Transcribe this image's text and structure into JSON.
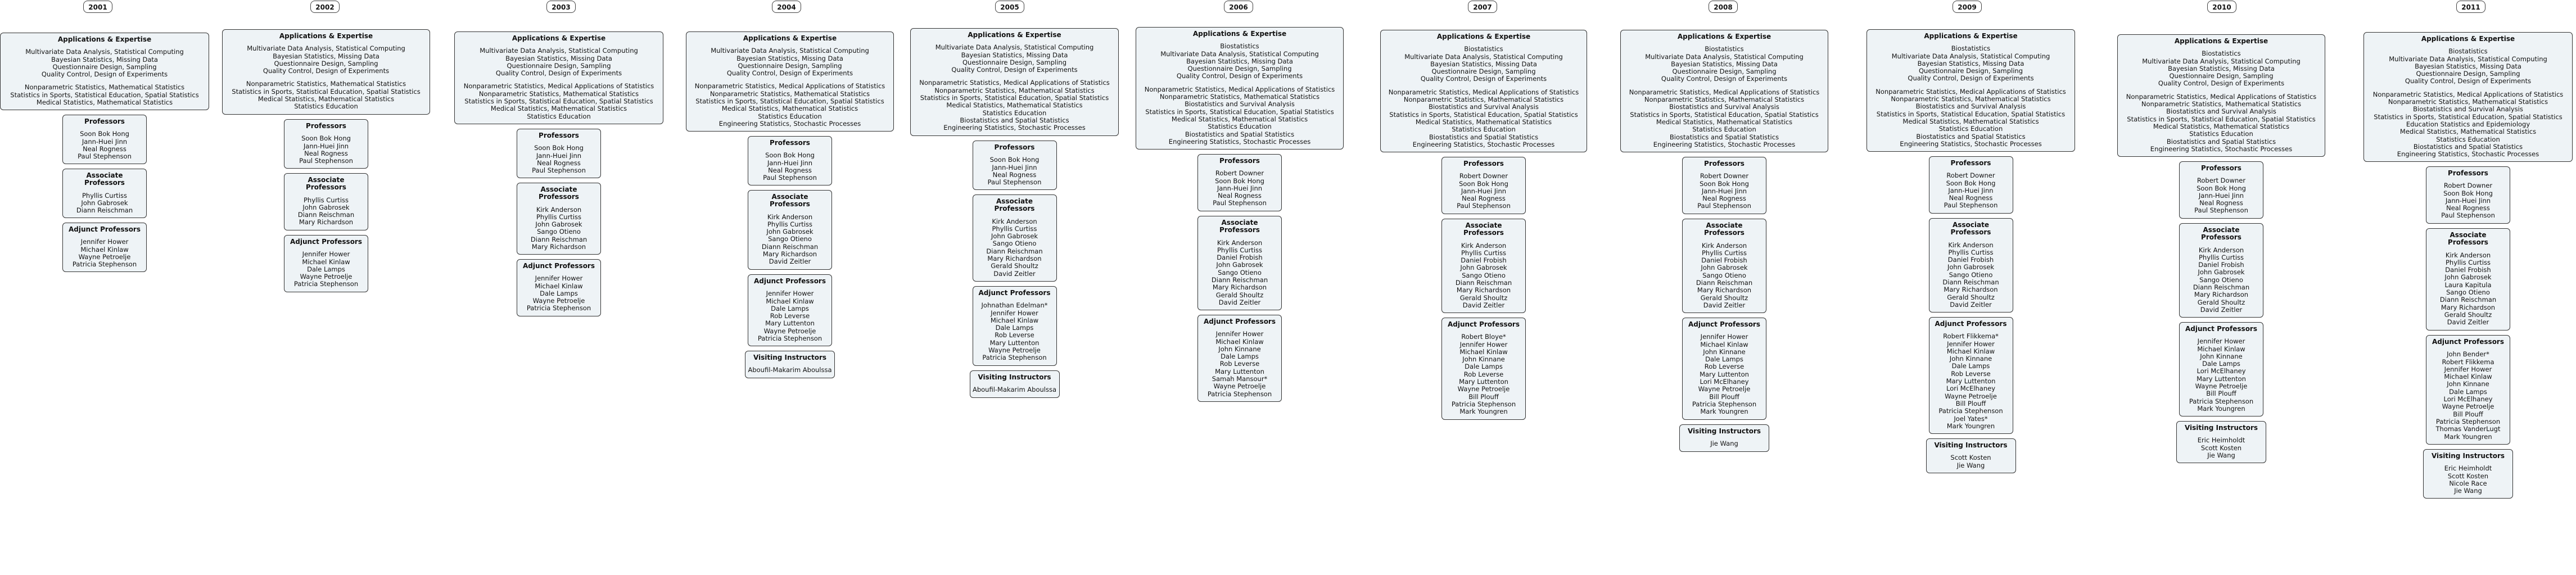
{
  "years": [
    {
      "year": "2001",
      "areas": {
        "title": "Applications & Expertise",
        "lines": [
          "Multivariate Data Analysis, Statistical Computing",
          "Bayesian Statistics, Missing Data",
          "Questionnaire Design, Sampling",
          "Quality Control, Design of Experiments",
          "",
          "Nonparametric Statistics, Mathematical Statistics",
          "Statistics in Sports, Statistical Education, Spatial Statistics",
          "Medical Statistics, Mathematical Statistics"
        ]
      },
      "groups": [
        {
          "title": "Professors",
          "names": [
            "Soon Bok Hong",
            "Jann-Huei Jinn",
            "Neal Rogness",
            "Paul Stephenson"
          ]
        },
        {
          "title": "Associate Professors",
          "names": [
            "Phyllis Curtiss",
            "John Gabrosek",
            "Diann Reischman"
          ]
        },
        {
          "title": "Adjunct Professors",
          "names": [
            "Jennifer Hower",
            "Michael Kinlaw",
            "Wayne Petroelje",
            "Patricia Stephenson"
          ]
        }
      ]
    },
    {
      "year": "2002",
      "areas": {
        "title": "Applications & Expertise",
        "lines": [
          "Multivariate Data Analysis, Statistical Computing",
          "Bayesian Statistics, Missing Data",
          "Questionnaire Design, Sampling",
          "Quality Control, Design of Experiments",
          "",
          "Nonparametric Statistics, Mathematical Statistics",
          "Statistics in Sports, Statistical Education, Spatial Statistics",
          "Medical Statistics, Mathematical Statistics",
          "Statistics Education"
        ]
      },
      "groups": [
        {
          "title": "Professors",
          "names": [
            "Soon Bok Hong",
            "Jann-Huei Jinn",
            "Neal Rogness",
            "Paul Stephenson"
          ]
        },
        {
          "title": "Associate Professors",
          "names": [
            "Phyllis Curtiss",
            "John Gabrosek",
            "Diann Reischman",
            "Mary Richardson"
          ]
        },
        {
          "title": "Adjunct Professors",
          "names": [
            "Jennifer Hower",
            "Michael Kinlaw",
            "Dale Lamps",
            "Wayne Petroelje",
            "Patricia Stephenson"
          ]
        }
      ]
    },
    {
      "year": "2003",
      "areas": {
        "title": "Applications & Expertise",
        "lines": [
          "Multivariate Data Analysis, Statistical Computing",
          "Bayesian Statistics, Missing Data",
          "Questionnaire Design, Sampling",
          "Quality Control, Design of Experiments",
          "",
          "Nonparametric Statistics, Medical Applications of Statistics",
          "Nonparametric Statistics, Mathematical Statistics",
          "Statistics in Sports, Statistical Education, Spatial Statistics",
          "Medical Statistics, Mathematical Statistics",
          "Statistics Education"
        ]
      },
      "groups": [
        {
          "title": "Professors",
          "names": [
            "Soon Bok Hong",
            "Jann-Huei Jinn",
            "Neal Rogness",
            "Paul Stephenson"
          ]
        },
        {
          "title": "Associate Professors",
          "names": [
            "Kirk Anderson",
            "Phyllis Curtiss",
            "John Gabrosek",
            "Sango Otieno",
            "Diann Reischman",
            "Mary Richardson"
          ]
        },
        {
          "title": "Adjunct Professors",
          "names": [
            "Jennifer Hower",
            "Michael Kinlaw",
            "Dale Lamps",
            "Wayne Petroelje",
            "Patricia Stephenson"
          ]
        }
      ]
    },
    {
      "year": "2004",
      "areas": {
        "title": "Applications & Expertise",
        "lines": [
          "Multivariate Data Analysis, Statistical Computing",
          "Bayesian Statistics, Missing Data",
          "Questionnaire Design, Sampling",
          "Quality Control, Design of Experiments",
          "",
          "Nonparametric Statistics, Medical Applications of Statistics",
          "Nonparametric Statistics, Mathematical Statistics",
          "Statistics in Sports, Statistical Education, Spatial Statistics",
          "Medical Statistics, Mathematical Statistics",
          "Statistics Education",
          "Engineering Statistics, Stochastic Processes"
        ]
      },
      "groups": [
        {
          "title": "Professors",
          "names": [
            "Soon Bok Hong",
            "Jann-Huei Jinn",
            "Neal Rogness",
            "Paul Stephenson"
          ]
        },
        {
          "title": "Associate Professors",
          "names": [
            "Kirk Anderson",
            "Phyllis Curtiss",
            "John Gabrosek",
            "Sango Otieno",
            "Diann Reischman",
            "Mary Richardson",
            "David Zeitler"
          ]
        },
        {
          "title": "Adjunct Professors",
          "names": [
            "Jennifer Hower",
            "Michael Kinlaw",
            "Dale Lamps",
            "Rob Leverse",
            "Mary Luttenton",
            "Wayne Petroelje",
            "Patricia Stephenson"
          ]
        },
        {
          "title": "Visiting Instructors",
          "names": [
            "Aboufil-Makarim Aboulssa"
          ]
        }
      ]
    },
    {
      "year": "2005",
      "areas": {
        "title": "Applications & Expertise",
        "lines": [
          "Multivariate Data Analysis, Statistical Computing",
          "Bayesian Statistics, Missing Data",
          "Questionnaire Design, Sampling",
          "Quality Control, Design of Experiments",
          "",
          "Nonparametric Statistics, Medical Applications of Statistics",
          "Nonparametric Statistics, Mathematical Statistics",
          "Statistics in Sports, Statistical Education, Spatial Statistics",
          "Medical Statistics, Mathematical Statistics",
          "Statistics Education",
          "Biostatistics and Spatial Statistics",
          "Engineering Statistics, Stochastic Processes"
        ]
      },
      "groups": [
        {
          "title": "Professors",
          "names": [
            "Soon Bok Hong",
            "Jann-Huei Jinn",
            "Neal Rogness",
            "Paul Stephenson"
          ]
        },
        {
          "title": "Associate Professors",
          "names": [
            "Kirk Anderson",
            "Phyllis Curtiss",
            "John Gabrosek",
            "Sango Otieno",
            "Diann Reischman",
            "Mary Richardson",
            "Gerald Shoultz",
            "David Zeitler"
          ]
        },
        {
          "title": "Adjunct Professors",
          "names": [
            "Johnathan Edelman*",
            "Jennifer Hower",
            "Michael Kinlaw",
            "Dale Lamps",
            "Rob Leverse",
            "Mary Luttenton",
            "Wayne Petroelje",
            "Patricia Stephenson"
          ]
        },
        {
          "title": "Visiting Instructors",
          "names": [
            "Aboufil-Makarim Aboulssa"
          ]
        }
      ]
    },
    {
      "year": "2006",
      "areas": {
        "title": "Applications & Expertise",
        "lines": [
          "Biostatistics",
          "Multivariate Data Analysis, Statistical Computing",
          "Bayesian Statistics, Missing Data",
          "Questionnaire Design, Sampling",
          "Quality Control, Design of Experiments",
          "",
          "Nonparametric Statistics, Medical Applications of Statistics",
          "Nonparametric Statistics, Mathematical Statistics",
          "Biostatistics and Survival Analysis",
          "Statistics in Sports, Statistical Education, Spatial Statistics",
          "Medical Statistics, Mathematical Statistics",
          "Statistics Education",
          "Biostatistics and Spatial Statistics",
          "Engineering Statistics, Stochastic Processes"
        ]
      },
      "groups": [
        {
          "title": "Professors",
          "names": [
            "Robert Downer",
            "Soon Bok Hong",
            "Jann-Huei Jinn",
            "Neal Rogness",
            "Paul Stephenson"
          ]
        },
        {
          "title": "Associate Professors",
          "names": [
            "Kirk Anderson",
            "Phyllis Curtiss",
            "Daniel Frobish",
            "John Gabrosek",
            "Sango Otieno",
            "Diann Reischman",
            "Mary Richardson",
            "Gerald Shoultz",
            "David Zeitler"
          ]
        },
        {
          "title": "Adjunct Professors",
          "names": [
            "Jennifer Hower",
            "Michael Kinlaw",
            "John Kinnane",
            "Dale Lamps",
            "Rob Leverse",
            "Mary Luttenton",
            "Samah Mansour*",
            "Wayne Petroelje",
            "Patricia Stephenson"
          ]
        }
      ]
    },
    {
      "year": "2007",
      "areas": {
        "title": "Applications & Expertise",
        "lines": [
          "Biostatistics",
          "Multivariate Data Analysis, Statistical Computing",
          "Bayesian Statistics, Missing Data",
          "Questionnaire Design, Sampling",
          "Quality Control, Design of Experiments",
          "",
          "Nonparametric Statistics, Medical Applications of Statistics",
          "Nonparametric Statistics, Mathematical Statistics",
          "Biostatistics and Survival Analysis",
          "Statistics in Sports, Statistical Education, Spatial Statistics",
          "Medical Statistics, Mathematical Statistics",
          "Statistics Education",
          "Biostatistics and Spatial Statistics",
          "Engineering Statistics, Stochastic Processes"
        ]
      },
      "groups": [
        {
          "title": "Professors",
          "names": [
            "Robert Downer",
            "Soon Bok Hong",
            "Jann-Huei Jinn",
            "Neal Rogness",
            "Paul Stephenson"
          ]
        },
        {
          "title": "Associate Professors",
          "names": [
            "Kirk Anderson",
            "Phyllis Curtiss",
            "Daniel Frobish",
            "John Gabrosek",
            "Sango Otieno",
            "Diann Reischman",
            "Mary Richardson",
            "Gerald Shoultz",
            "David Zeitler"
          ]
        },
        {
          "title": "Adjunct Professors",
          "names": [
            "Robert Bloye*",
            "Jennifer Hower",
            "Michael Kinlaw",
            "John Kinnane",
            "Dale Lamps",
            "Rob Leverse",
            "Mary Luttenton",
            "Wayne Petroelje",
            "Bill Plouff",
            "Patricia Stephenson",
            "Mark Youngren"
          ]
        }
      ]
    },
    {
      "year": "2008",
      "areas": {
        "title": "Applications & Expertise",
        "lines": [
          "Biostatistics",
          "Multivariate Data Analysis, Statistical Computing",
          "Bayesian Statistics, Missing Data",
          "Questionnaire Design, Sampling",
          "Quality Control, Design of Experiments",
          "",
          "Nonparametric Statistics, Medical Applications of Statistics",
          "Nonparametric Statistics, Mathematical Statistics",
          "Biostatistics and Survival Analysis",
          "Statistics in Sports, Statistical Education, Spatial Statistics",
          "Medical Statistics, Mathematical Statistics",
          "Statistics Education",
          "Biostatistics and Spatial Statistics",
          "Engineering Statistics, Stochastic Processes"
        ]
      },
      "groups": [
        {
          "title": "Professors",
          "names": [
            "Robert Downer",
            "Soon Bok Hong",
            "Jann-Huei Jinn",
            "Neal Rogness",
            "Paul Stephenson"
          ]
        },
        {
          "title": "Associate Professors",
          "names": [
            "Kirk Anderson",
            "Phyllis Curtiss",
            "Daniel Frobish",
            "John Gabrosek",
            "Sango Otieno",
            "Diann Reischman",
            "Mary Richardson",
            "Gerald Shoultz",
            "David Zeitler"
          ]
        },
        {
          "title": "Adjunct Professors",
          "names": [
            "Jennifer Hower",
            "Michael Kinlaw",
            "John Kinnane",
            "Dale Lamps",
            "Rob Leverse",
            "Mary Luttenton",
            "Lori McElhaney",
            "Wayne Petroelje",
            "Bill Plouff",
            "Patricia Stephenson",
            "Mark Youngren"
          ]
        },
        {
          "title": "Visiting Instructors",
          "names": [
            "Jie Wang"
          ]
        }
      ]
    },
    {
      "year": "2009",
      "areas": {
        "title": "Applications & Expertise",
        "lines": [
          "Biostatistics",
          "Multivariate Data Analysis, Statistical Computing",
          "Bayesian Statistics, Missing Data",
          "Questionnaire Design, Sampling",
          "Quality Control, Design of Experiments",
          "",
          "Nonparametric Statistics, Medical Applications of Statistics",
          "Nonparametric Statistics, Mathematical Statistics",
          "Biostatistics and Survival Analysis",
          "Statistics in Sports, Statistical Education, Spatial Statistics",
          "Medical Statistics, Mathematical Statistics",
          "Statistics Education",
          "Biostatistics and Spatial Statistics",
          "Engineering Statistics, Stochastic Processes"
        ]
      },
      "groups": [
        {
          "title": "Professors",
          "names": [
            "Robert Downer",
            "Soon Bok Hong",
            "Jann-Huei Jinn",
            "Neal Rogness",
            "Paul Stephenson"
          ]
        },
        {
          "title": "Associate Professors",
          "names": [
            "Kirk Anderson",
            "Phyllis Curtiss",
            "Daniel Frobish",
            "John Gabrosek",
            "Sango Otieno",
            "Diann Reischman",
            "Mary Richardson",
            "Gerald Shoultz",
            "David Zeitler"
          ]
        },
        {
          "title": "Adjunct Professors",
          "names": [
            "Robert Flikkema*",
            "Jennifer Hower",
            "Michael Kinlaw",
            "John Kinnane",
            "Dale Lamps",
            "Rob Leverse",
            "Mary Luttenton",
            "Lori McElhaney",
            "Wayne Petroelje",
            "Bill Plouff",
            "Patricia Stephenson",
            "Joel Yates*",
            "Mark Youngren"
          ]
        },
        {
          "title": "Visiting Instructors",
          "names": [
            "Scott Kosten",
            "Jie Wang"
          ]
        }
      ]
    },
    {
      "year": "2010",
      "areas": {
        "title": "Applications & Expertise",
        "lines": [
          "Biostatistics",
          "Multivariate Data Analysis, Statistical Computing",
          "Bayesian Statistics, Missing Data",
          "Questionnaire Design, Sampling",
          "Quality Control, Design of Experiments",
          "",
          "Nonparametric Statistics, Medical Applications of Statistics",
          "Nonparametric Statistics, Mathematical Statistics",
          "Biostatistics and Survival Analysis",
          "Statistics in Sports, Statistical Education, Spatial Statistics",
          "Medical Statistics, Mathematical Statistics",
          "Statistics Education",
          "Biostatistics and Spatial Statistics",
          "Engineering Statistics, Stochastic Processes"
        ]
      },
      "groups": [
        {
          "title": "Professors",
          "names": [
            "Robert Downer",
            "Soon Bok Hong",
            "Jann-Huei Jinn",
            "Neal Rogness",
            "Paul Stephenson"
          ]
        },
        {
          "title": "Associate Professors",
          "names": [
            "Kirk Anderson",
            "Phyllis Curtiss",
            "Daniel Frobish",
            "John Gabrosek",
            "Sango Otieno",
            "Diann Reischman",
            "Mary Richardson",
            "Gerald Shoultz",
            "David Zeitler"
          ]
        },
        {
          "title": "Adjunct Professors",
          "names": [
            "Jennifer Hower",
            "Michael Kinlaw",
            "John Kinnane",
            "Dale Lamps",
            "Lori McElhaney",
            "Mary Luttenton",
            "Wayne Petroelje",
            "Bill Plouff",
            "Patricia Stephenson",
            "Mark Youngren"
          ]
        },
        {
          "title": "Visiting Instructors",
          "names": [
            "Eric Heimholdt",
            "Scott Kosten",
            "Jie Wang"
          ]
        }
      ]
    },
    {
      "year": "2011",
      "areas": {
        "title": "Applications & Expertise",
        "lines": [
          "Biostatistics",
          "Multivariate Data Analysis, Statistical Computing",
          "Bayesian Statistics, Missing Data",
          "Questionnaire Design, Sampling",
          "Quality Control, Design of Experiments",
          "",
          "Nonparametric Statistics, Medical Applications of Statistics",
          "Nonparametric Statistics, Mathematical Statistics",
          "Biostatistics and Survival Analysis",
          "Statistics in Sports, Statistical Education, Spatial Statistics",
          "Education Statistics and Epidemiology",
          "Medical Statistics, Mathematical Statistics",
          "Statistics Education",
          "Biostatistics and Spatial Statistics",
          "Engineering Statistics, Stochastic Processes"
        ]
      },
      "groups": [
        {
          "title": "Professors",
          "names": [
            "Robert Downer",
            "Soon Bok Hong",
            "Jann-Huei Jinn",
            "Neal Rogness",
            "Paul Stephenson"
          ]
        },
        {
          "title": "Associate Professors",
          "names": [
            "Kirk Anderson",
            "Phyllis Curtiss",
            "Daniel Frobish",
            "John Gabrosek",
            "Laura Kapitula",
            "Sango Otieno",
            "Diann Reischman",
            "Mary Richardson",
            "Gerald Shoultz",
            "David Zeitler"
          ]
        },
        {
          "title": "Adjunct Professors",
          "names": [
            "John Bender*",
            "Robert Flikkema",
            "Jennifer Hower",
            "Michael Kinlaw",
            "John Kinnane",
            "Dale Lamps",
            "Lori McElhaney",
            "Wayne Petroelje",
            "Bill Plouff",
            "Patricia Stephenson",
            "Thomas VanderLugt",
            "Mark Youngren"
          ]
        },
        {
          "title": "Visiting Instructors",
          "names": [
            "Eric Heimholdt",
            "Scott Kosten",
            "Nicole Race",
            "Jie Wang"
          ]
        }
      ]
    }
  ]
}
